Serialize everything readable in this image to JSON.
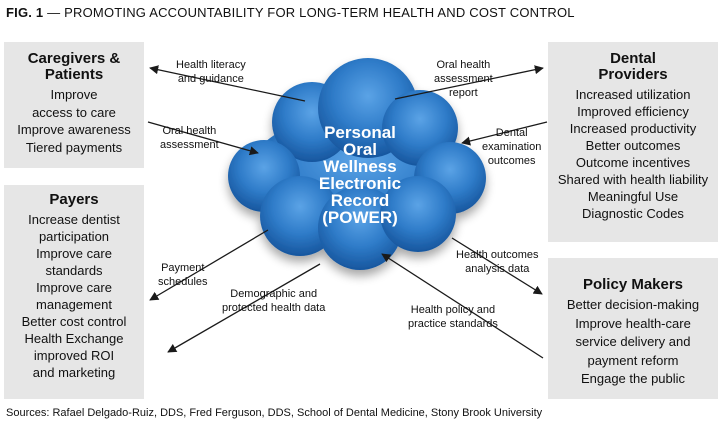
{
  "figure": {
    "number": "FIG. 1",
    "title": " — PROMOTING ACCOUNTABILITY FOR LONG-TERM HEALTH AND COST CONTROL"
  },
  "center": {
    "lines": [
      "Personal",
      "Oral",
      "Wellness",
      "Electronic",
      "Record",
      "(POWER)"
    ]
  },
  "caregivers": {
    "title": [
      "Caregivers &",
      "Patients"
    ],
    "items": [
      "Improve",
      "access to care",
      "Improve awareness",
      "Tiered payments"
    ]
  },
  "payers": {
    "title": "Payers",
    "items": [
      "Increase dentist",
      "participation",
      "Improve care",
      "standards",
      "Improve care",
      "management",
      "Better cost control",
      "Health Exchange",
      "improved ROI",
      "and marketing"
    ]
  },
  "dental": {
    "title": [
      "Dental",
      "Providers"
    ],
    "items": [
      "Increased utilization",
      "Improved efficiency",
      "Increased productivity",
      "Better outcomes",
      "Outcome incentives",
      "Shared with health liability",
      "Meaningful Use",
      "Diagnostic Codes"
    ]
  },
  "policy": {
    "title": "Policy Makers",
    "items": [
      "Better decision-making",
      "Improve health-care",
      "service delivery and",
      "payment reform",
      "Engage the public"
    ]
  },
  "arrows": {
    "health_literacy": [
      "Health literacy",
      "and guidance"
    ],
    "oral_assessment_report": [
      "Oral health",
      "assessment",
      "report"
    ],
    "oral_health_assessment": [
      "Oral health",
      "assessment"
    ],
    "dental_exam": [
      "Dental",
      "examination",
      "outcomes"
    ],
    "payment_schedules": [
      "Payment",
      "schedules"
    ],
    "demographic": [
      "Demographic and",
      "protected health data"
    ],
    "health_outcomes": [
      "Health outcomes",
      "analysis data"
    ],
    "health_policy": [
      "Health policy and",
      "practice standards"
    ]
  },
  "source": "Sources: Rafael Delgado-Ruiz, DDS, Fred Ferguson, DDS, School of Dental Medicine, Stony Brook University",
  "colors": {
    "box_bg": "#e6e6e6",
    "cloud_dark": "#1b63b0",
    "cloud_light": "#5ba3e6",
    "arrow": "#1a1a1a"
  }
}
